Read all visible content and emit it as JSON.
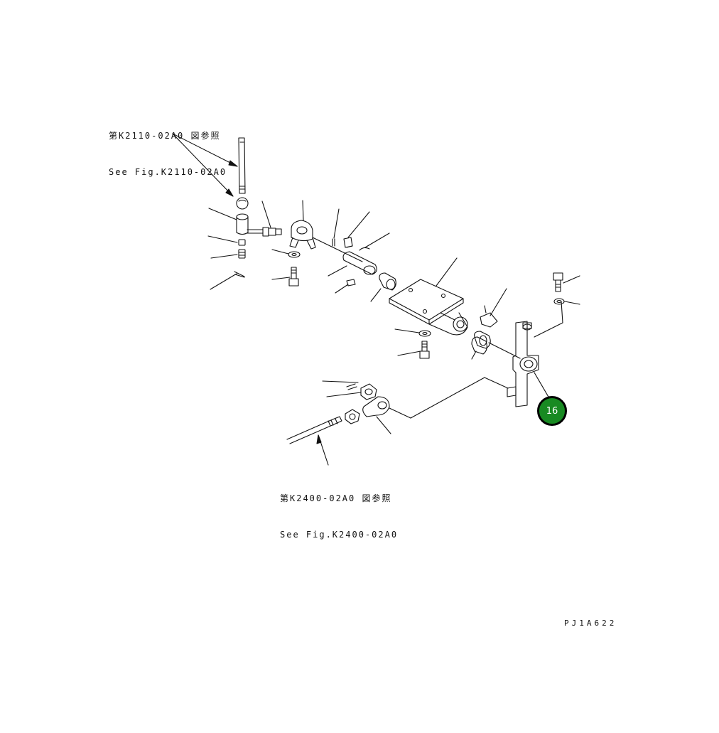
{
  "references": {
    "top": {
      "line1": "第K2110-02A0 図参照",
      "line2": "See Fig.K2110-02A0"
    },
    "bottom": {
      "line1": "第K2400-02A0 図参照",
      "line2": "See Fig.K2400-02A0"
    }
  },
  "callout": {
    "label": "16",
    "color": "#188a22"
  },
  "drawing_code": "PJ1A622"
}
